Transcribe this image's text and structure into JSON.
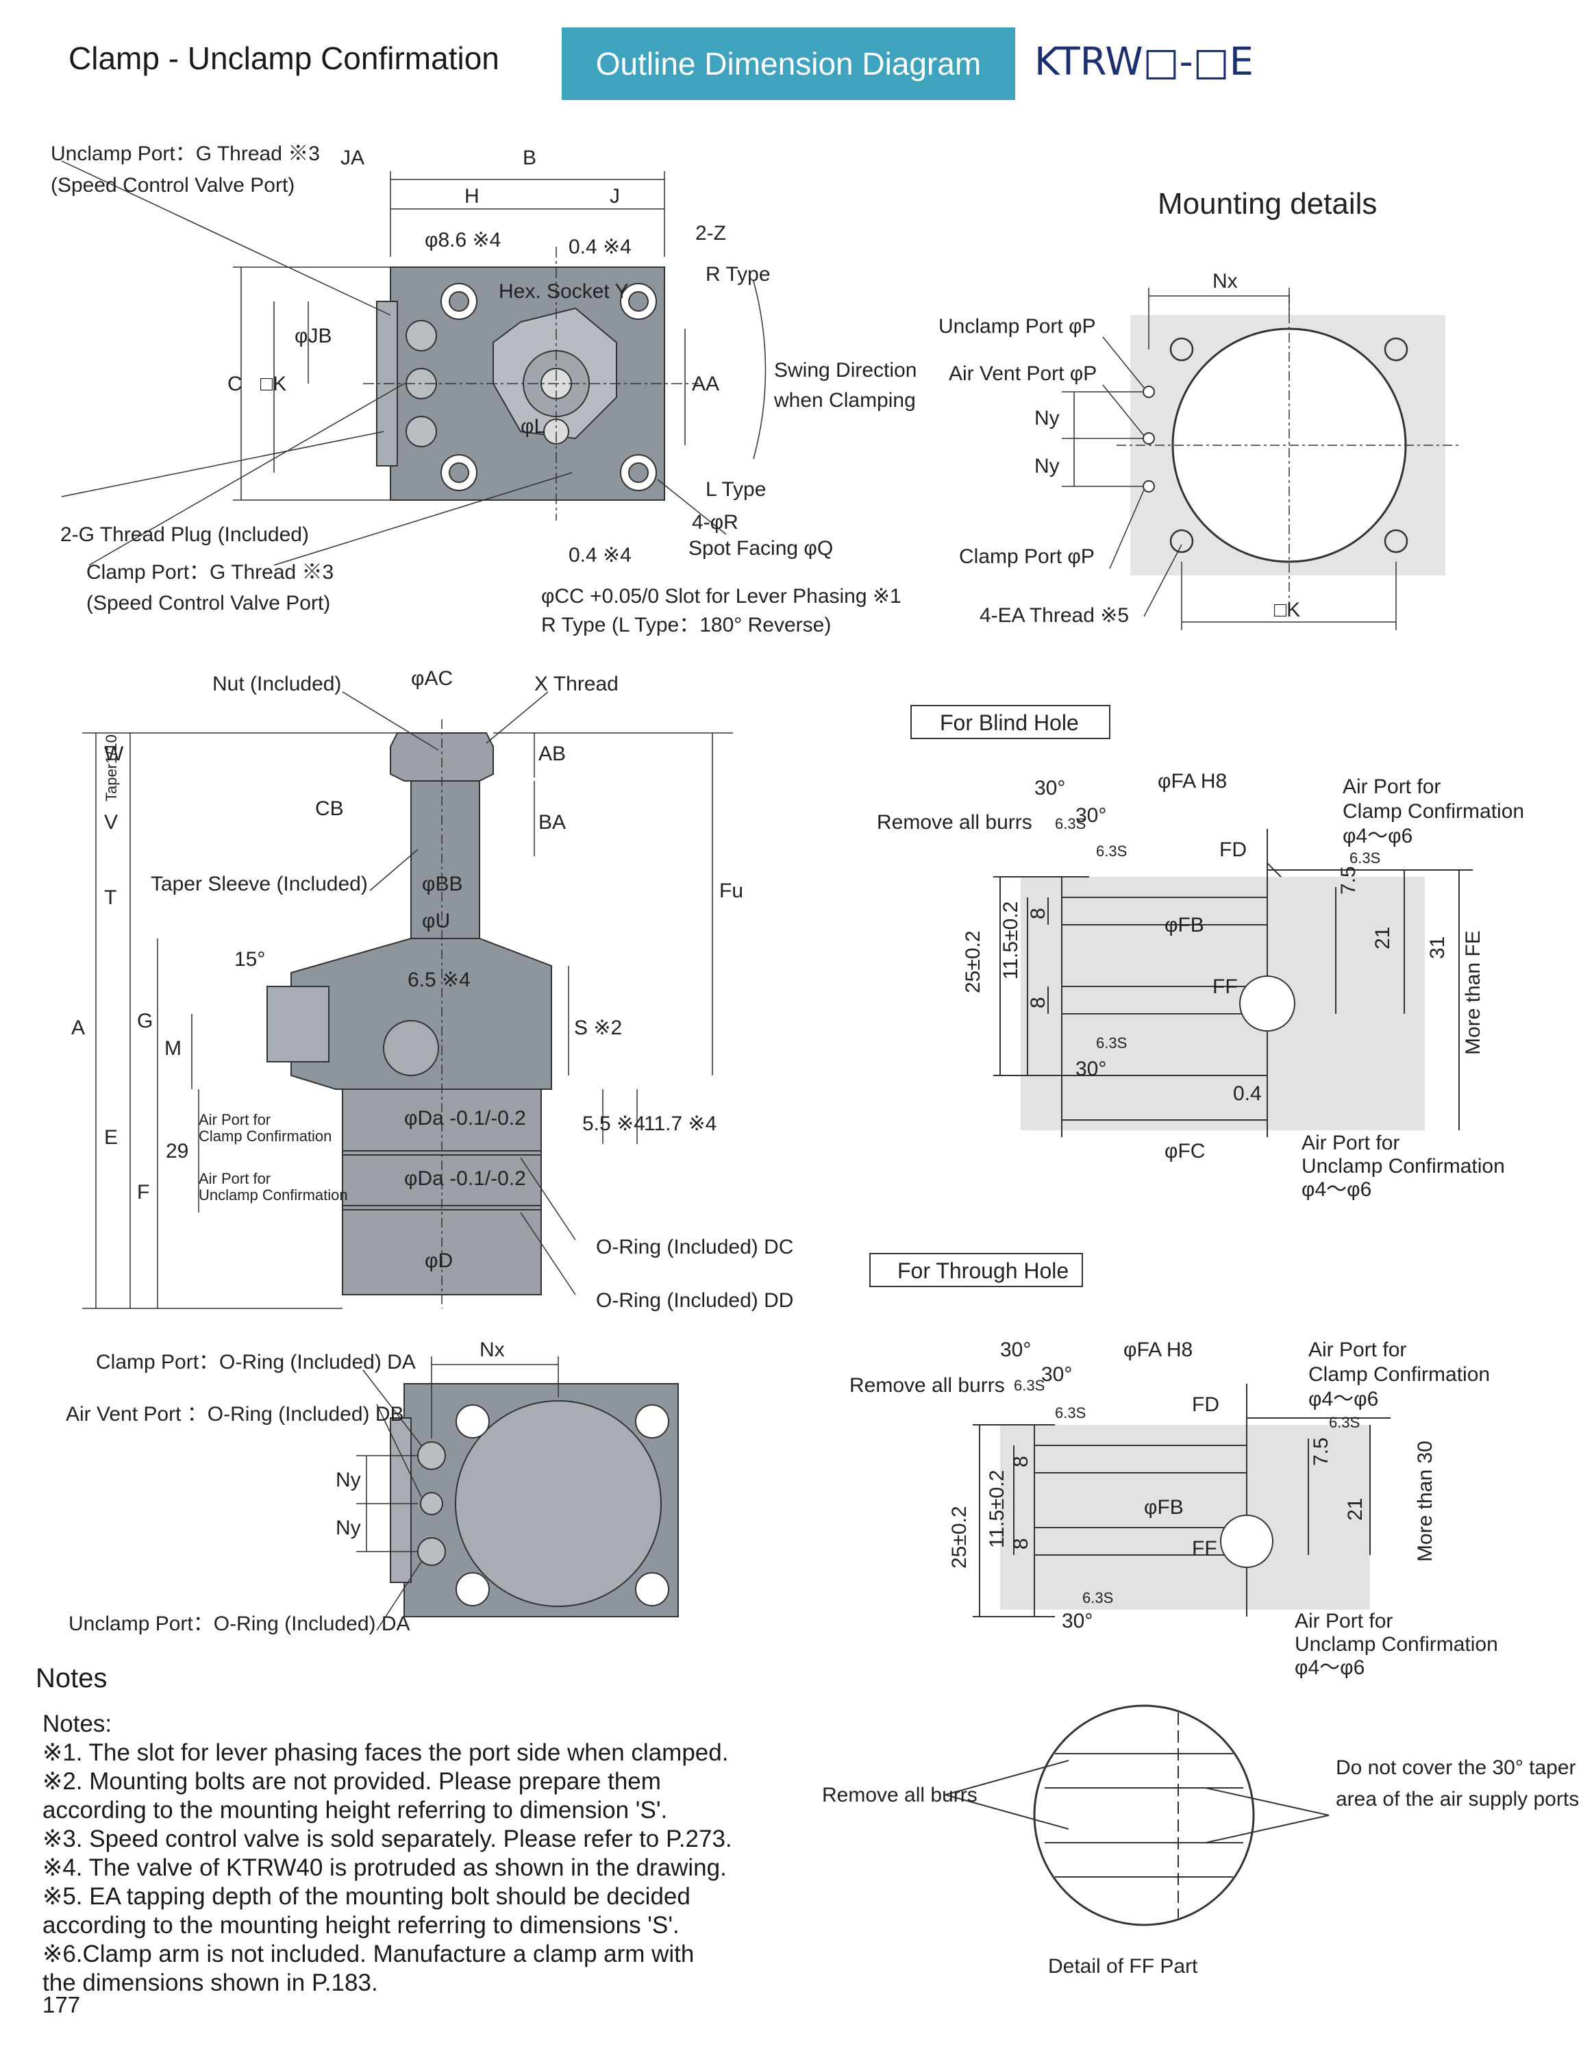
{
  "header": {
    "title": "Clamp - Unclamp Confirmation",
    "badge": "Outline Dimension Diagram",
    "model": "KTRW□-□E"
  },
  "top_view": {
    "unclamp_port": "Unclamp Port：G Thread ※3",
    "unclamp_port_sub": "(Speed Control Valve Port)",
    "plug": "2-G Thread Plug (Included)",
    "clamp_port": "Clamp Port：G Thread ※3",
    "clamp_port_sub": "(Speed Control Valve Port)",
    "hex_socket": "Hex. Socket Y",
    "phi86": "φ8.6 ※4",
    "r_type": "R Type",
    "l_type": "L Type",
    "swing": "Swing Direction",
    "swing_sub": "when Clamping",
    "four_r": "4-φR",
    "spot_facing": "Spot Facing φQ",
    "slot": "φCC +0.05/0  Slot for Lever Phasing ※1",
    "slot_sub": "R Type (L Type：180° Reverse)",
    "zz": "2-Z",
    "dims": [
      "JA",
      "B",
      "H",
      "J",
      "C",
      "□K",
      "φJB",
      "AA",
      "φL",
      "0.4 ※4",
      "0.4 ※4"
    ]
  },
  "mounting": {
    "title": "Mounting details",
    "nx": "Nx",
    "unclamp": "Unclamp Port φP",
    "vent": "Air Vent Port φP",
    "clamp": "Clamp Port φP",
    "ea": "4-EA Thread ※5",
    "ny1": "Ny",
    "ny2": "Ny",
    "k": "□K"
  },
  "side_view": {
    "nut": "Nut (Included)",
    "ac": "φAC",
    "x_thread": "X Thread",
    "taper_sleeve": "Taper Sleeve (Included)",
    "bb": "φBB",
    "u": "φU",
    "ang15": "15°",
    "d65": "6.5 ※4",
    "da1": "φDa -0.1/-0.2",
    "da2": "φDa -0.1/-0.2",
    "d": "φD",
    "air_clamp": "Air Port for",
    "air_clamp_sub": "Clamp Confirmation",
    "air_unclamp": "Air Port for",
    "air_unclamp_sub": "Unclamp Confirmation",
    "oring_dc": "O-Ring (Included) DC",
    "oring_dd": "O-Ring (Included) DD",
    "dims": [
      "W",
      "V",
      "Taper1/10",
      "T",
      "A",
      "G",
      "M",
      "E",
      "F",
      "29",
      "CB",
      "AB",
      "BA",
      "Fu",
      "S ※2",
      "5.5 ※4",
      "11.7 ※4"
    ]
  },
  "bottom_view": {
    "clamp_port": "Clamp Port：O-Ring (Included) DA",
    "vent_port": "Air Vent Port ：O-Ring (Included) DB",
    "unclamp_port": "Unclamp Port：O-Ring (Included) DA",
    "nx": "Nx",
    "ny1": "Ny",
    "ny2": "Ny"
  },
  "blind_hole": {
    "title": "For Blind Hole",
    "burrs": "Remove all burrs",
    "fa": "φFA H8",
    "fb": "φFB",
    "fc": "φFC",
    "fd": "FD",
    "ff": "FF",
    "d04": "0.4",
    "air_clamp": "Air Port for",
    "air_clamp_sub": "Clamp Confirmation",
    "air_clamp_range": "φ4～φ6",
    "air_unclamp": "Air Port for",
    "air_unclamp_sub": "Unclamp Confirmation",
    "air_unclamp_range": "φ4～φ6",
    "more": "More than FE",
    "dims": [
      "30°",
      "30°",
      "30°",
      "6.3S",
      "6.3S",
      "6.3S",
      "6.3S",
      "25±0.2",
      "11.5±0.2",
      "8",
      "8",
      "7.5",
      "21",
      "31"
    ]
  },
  "through_hole": {
    "title": "For Through Hole",
    "burrs": "Remove all burrs",
    "fa": "φFA H8",
    "fb": "φFB",
    "fd": "FD",
    "ff": "FF",
    "air_clamp": "Air Port for",
    "air_clamp_sub": "Clamp Confirmation",
    "air_clamp_range": "φ4～φ6",
    "air_unclamp": "Air Port for",
    "air_unclamp_sub": "Unclamp Confirmation",
    "air_unclamp_range": "φ4～φ6",
    "more": "More than 30",
    "dims": [
      "30°",
      "30°",
      "30°",
      "6.3S",
      "6.3S",
      "6.3S",
      "6.3S",
      "25±0.2",
      "11.5±0.2",
      "8",
      "8",
      "7.5",
      "21"
    ]
  },
  "ff_detail": {
    "burrs": "Remove all burrs",
    "note1": "Do not cover the 30° taper",
    "note2": "area of the air supply ports.",
    "caption": "Detail of FF Part"
  },
  "notes": {
    "heading": "Notes",
    "lines": [
      "Notes:",
      "※1. The slot for lever phasing faces the port side when clamped.",
      "※2. Mounting bolts are not provided. Please prepare them",
      "according to the mounting height referring to dimension 'S'.",
      "※3. Speed control valve is sold separately. Please refer to P.273.",
      "※4. The valve of KTRW40 is protruded as shown in the drawing.",
      "※5. EA tapping depth of the mounting bolt should be decided",
      "according to the mounting height referring to dimensions 'S'.",
      "※6.Clamp arm is not included. Manufacture a clamp arm  with",
      "the dimensions shown in P.183."
    ],
    "page": "177"
  }
}
